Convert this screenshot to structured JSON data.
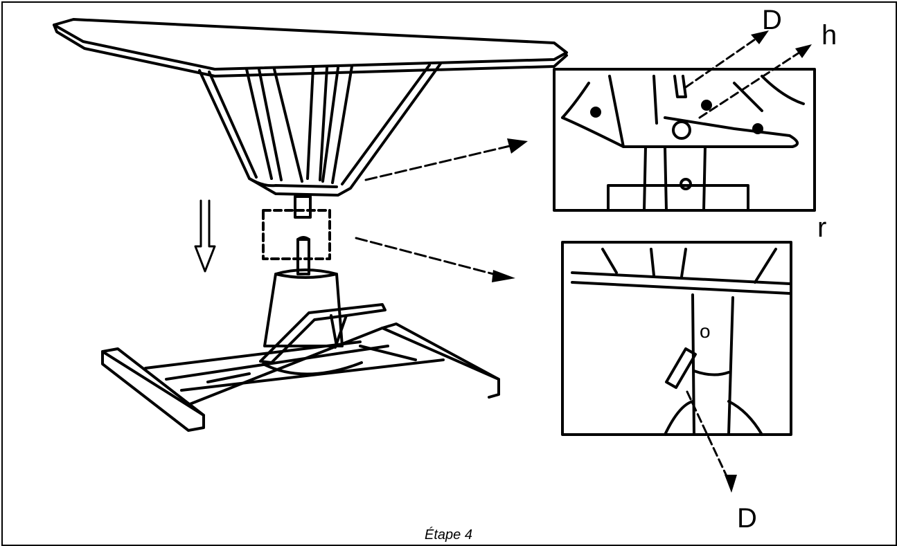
{
  "caption": "Étape 4",
  "labels": {
    "top_d": "D",
    "top_h": "h",
    "mid_r": "r",
    "stem_o": "o",
    "bottom_d": "D"
  }
}
